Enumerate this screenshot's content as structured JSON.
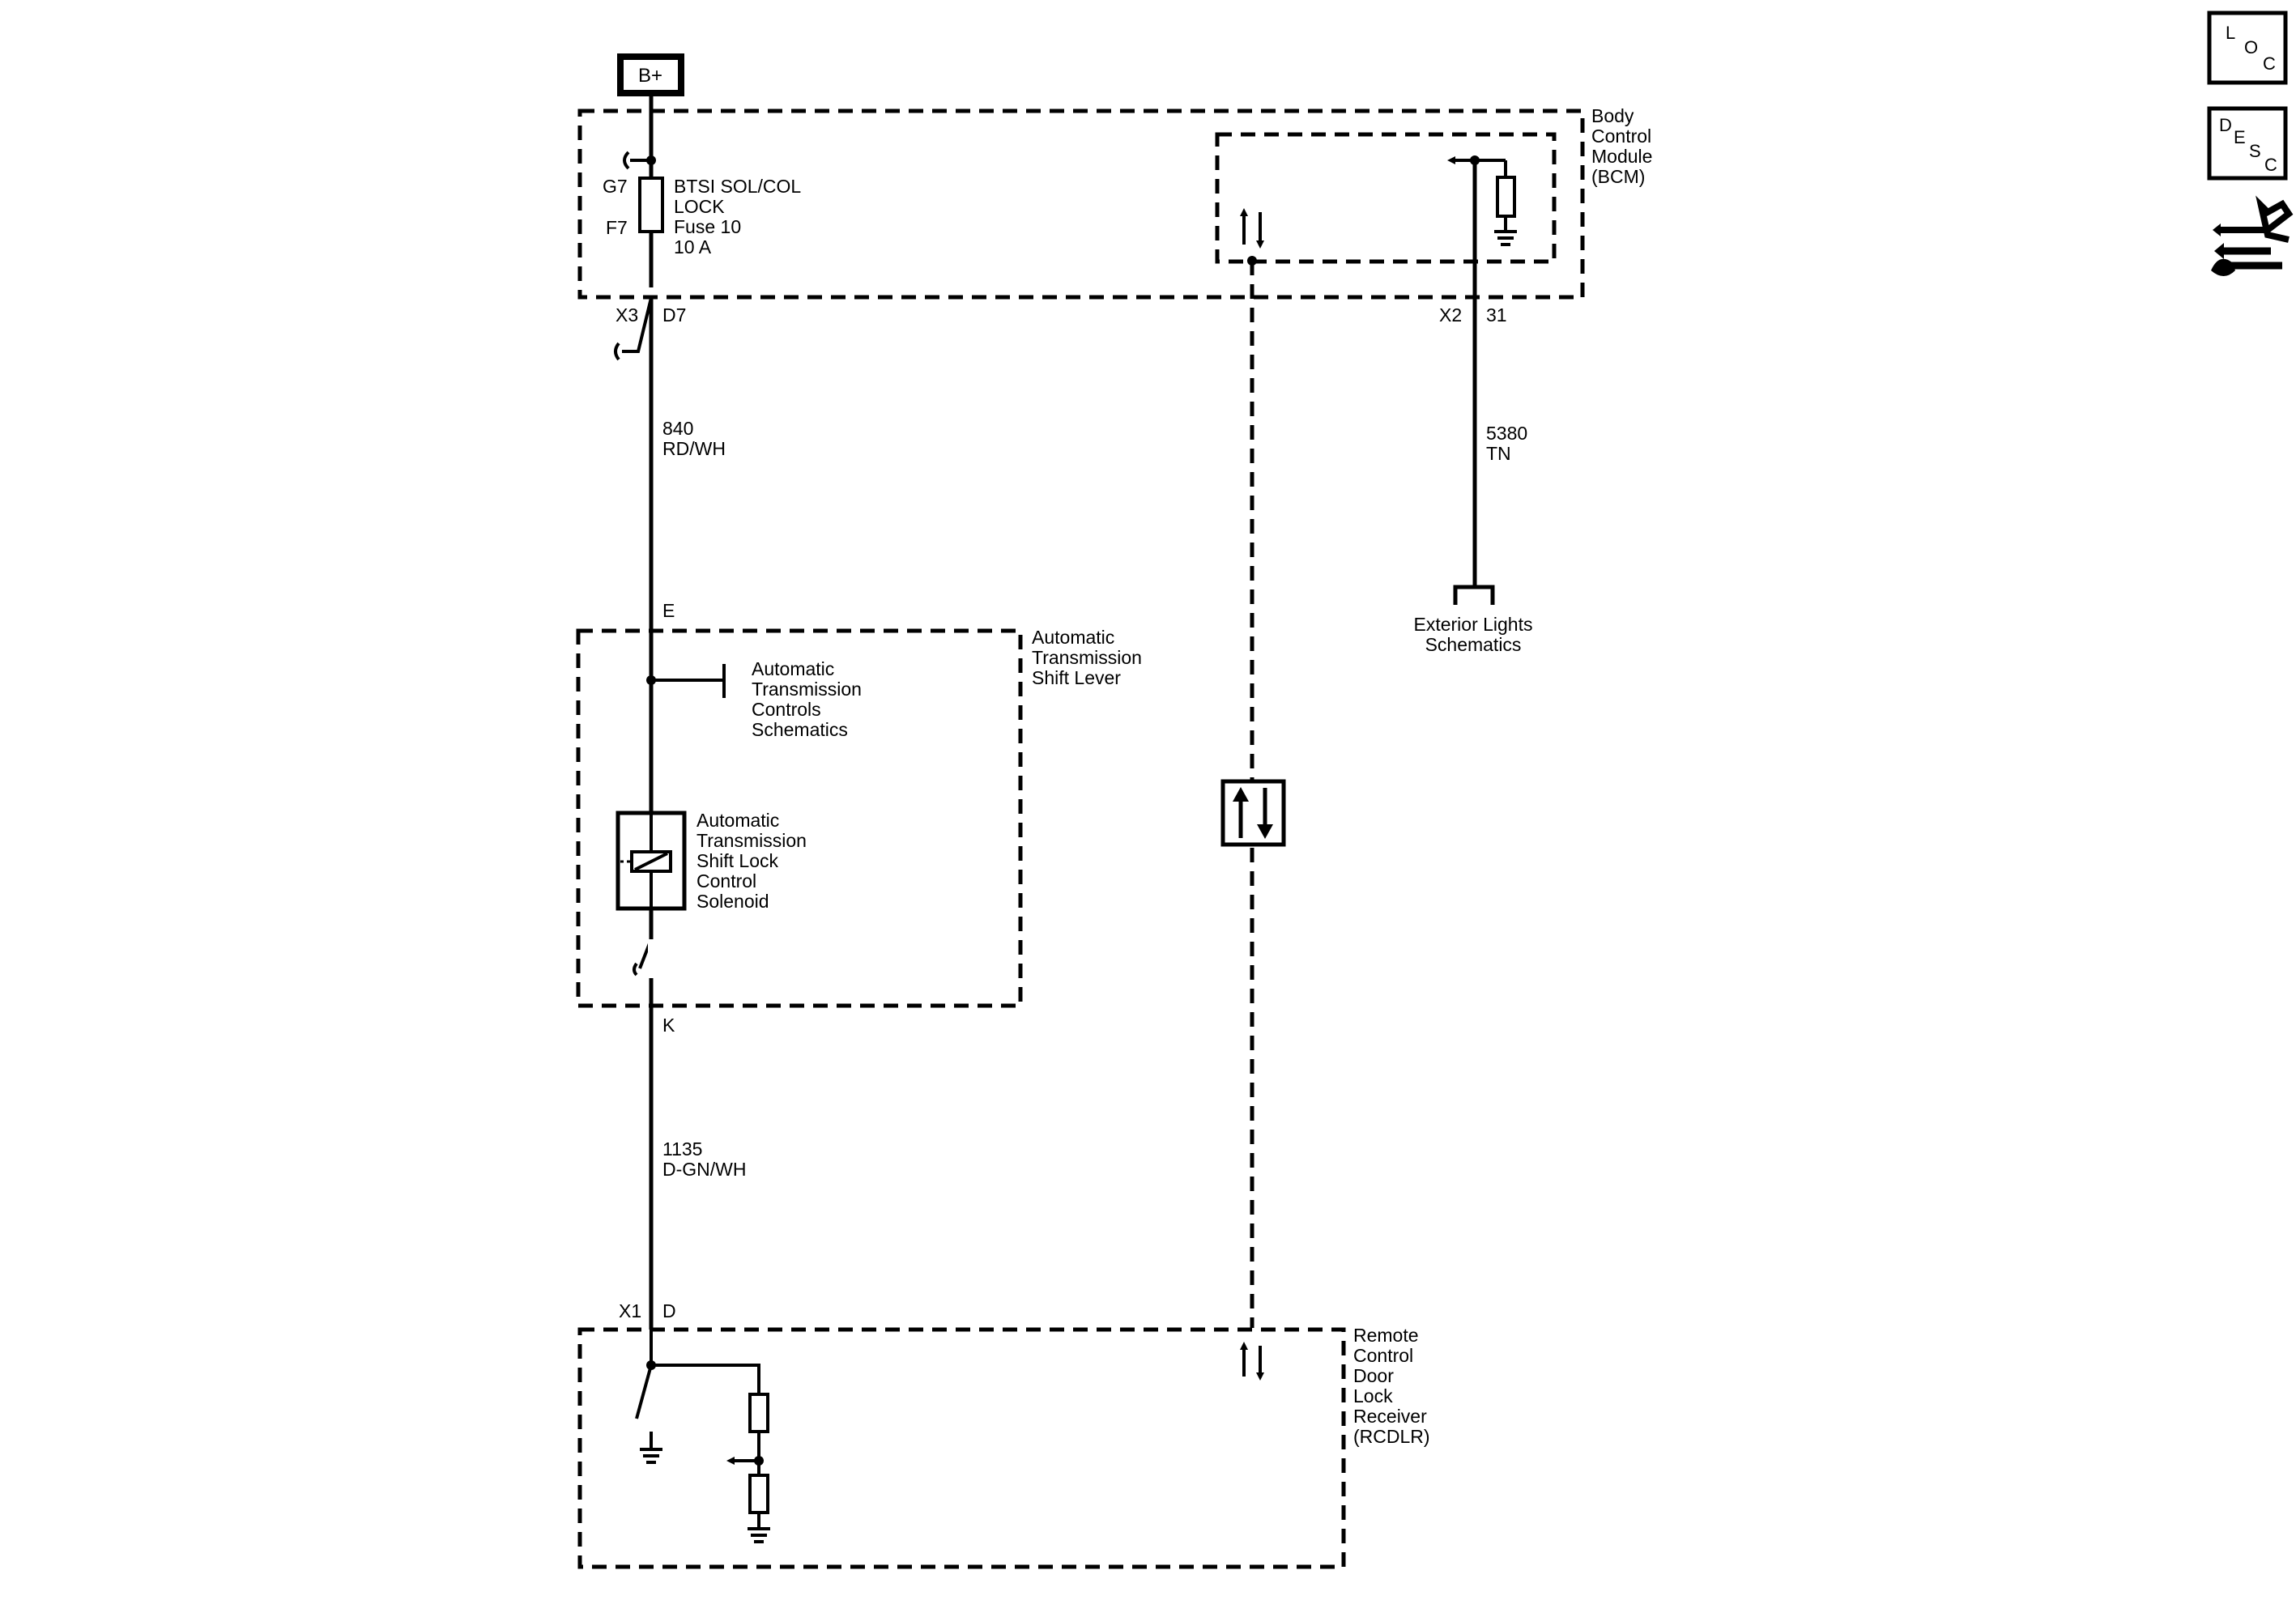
{
  "power": {
    "label": "B+"
  },
  "bcm": {
    "label": [
      "Body",
      "Control",
      "Module",
      "(BCM)"
    ],
    "fuse": {
      "label": [
        "BTSI SOL/COL",
        "LOCK",
        "Fuse 10",
        "10 A"
      ],
      "pin_top": "G7",
      "pin_bottom": "F7"
    },
    "connector_left": {
      "conn": "X3",
      "pin": "D7"
    },
    "connector_right": {
      "conn": "X2",
      "pin": "31"
    }
  },
  "wires": {
    "w840": {
      "circuit": "840",
      "color": "RD/WH"
    },
    "w5380": {
      "circuit": "5380",
      "color": "TN"
    },
    "w1135": {
      "circuit": "1135",
      "color": "D-GN/WH"
    }
  },
  "exterior_lights": {
    "label": [
      "Exterior Lights",
      "Schematics"
    ]
  },
  "shift_lever": {
    "label": [
      "Automatic",
      "Transmission",
      "Shift Lever"
    ],
    "pin_top": "E",
    "pin_bottom": "K",
    "controls_ref": [
      "Automatic",
      "Transmission",
      "Controls",
      "Schematics"
    ],
    "solenoid": [
      "Automatic",
      "Transmission",
      "Shift Lock",
      "Control",
      "Solenoid"
    ]
  },
  "rcdlr": {
    "label": [
      "Remote",
      "Control",
      "Door",
      "Lock",
      "Receiver",
      "(RCDLR)"
    ],
    "connector": {
      "conn": "X1",
      "pin": "D"
    }
  },
  "side_icons": {
    "loc": [
      "L",
      "O",
      "C"
    ],
    "desc": [
      "D",
      "E",
      "S",
      "C"
    ],
    "connector_tool": "connector-tool-icon"
  }
}
